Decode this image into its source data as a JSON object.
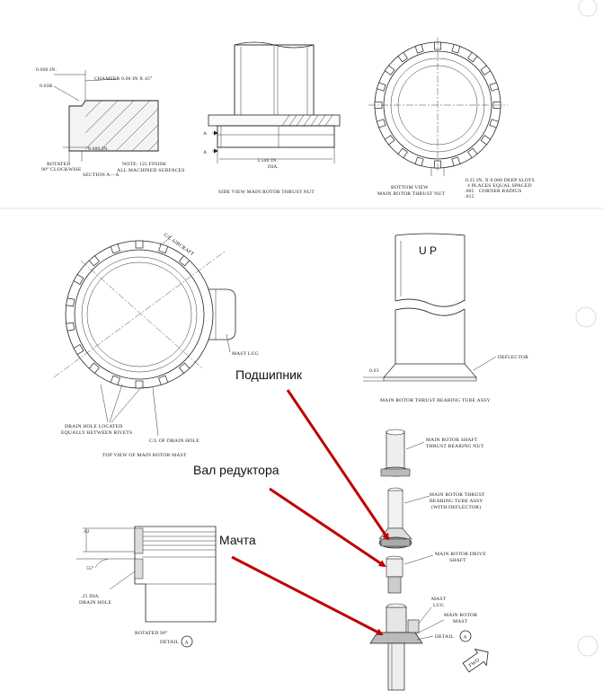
{
  "annotations_ru": {
    "bearing": "Подшипник",
    "gearbox_shaft": "Вал редуктора",
    "mast": "Мачта"
  },
  "colors": {
    "arrow": "#c00000",
    "ink": "#222222",
    "paper": "#ffffff"
  },
  "section_aa": {
    "dim_top": "0.090 IN.",
    "chamfer": "CHAMFER 0.06 IN X 45°",
    "dim_side": "0.03R",
    "dim_bottom": "0.080 IN.",
    "rotated": "ROTATED",
    "rotated2": "90° CLOCKWISE",
    "section": "SECTION A—A",
    "note": "NOTE: 125  FINISH",
    "note2": "ALL MACHINED SURFACES"
  },
  "side_view": {
    "marker": "A",
    "dia": "3.540 IN.",
    "dia2": "DIA.",
    "caption": "SIDE VIEW MAIN ROTOR THRUST NUT"
  },
  "bottom_view": {
    "caption1": "BOTTOM VIEW",
    "caption2": "MAIN ROTOR THRUST NUT",
    "slots1": "0.25 IN. X 0.080 DEEP SLOTS",
    "slots2": "4 PLACES EQUAL SPACED",
    "radius_num": ".005",
    "radius_den": ".015",
    "radius_text": "CORNER RADIUS"
  },
  "top_view": {
    "cl_aircraft": "C/L AIRCRAFT",
    "mast_lug": "MAST LUG",
    "drain1": "DRAIN HOLE LOCATED",
    "drain2": "EQUALLY BETWEEN RIVETS",
    "cl_drain": "C/L OF DRAIN HOLE",
    "caption": "TOP VIEW OF MAIN ROTOR MAST"
  },
  "tube": {
    "up": "U P",
    "deflector": "DEFLECTOR",
    "dim": "0.03",
    "caption": "MAIN ROTOR THRUST BEARING TUBE ASSY"
  },
  "detail_a": {
    "dim1": ".62",
    "angle": "55°",
    "hole1": ".25 DIA.",
    "hole2": "DRAIN HOLE",
    "rotated": "ROTATED 90°",
    "detail": "DETAIL",
    "letter": "A"
  },
  "assembly": {
    "nut1": "MAIN ROTOR SHAFT",
    "nut2": "THRUST BEARING NUT",
    "tube1": "MAIN ROTOR THRUST",
    "tube2": "BEARING TUBE ASSY",
    "tube3": "(WITH DEFLECTOR)",
    "shaft1": "MAIN ROTOR DRIVE",
    "shaft2": "SHAFT",
    "lug1": "MAST",
    "lug2": "LUG",
    "mast1": "MAIN ROTOR",
    "mast2": "MAST",
    "detail": "DETAIL",
    "letter": "A",
    "fwd": "FWD"
  }
}
